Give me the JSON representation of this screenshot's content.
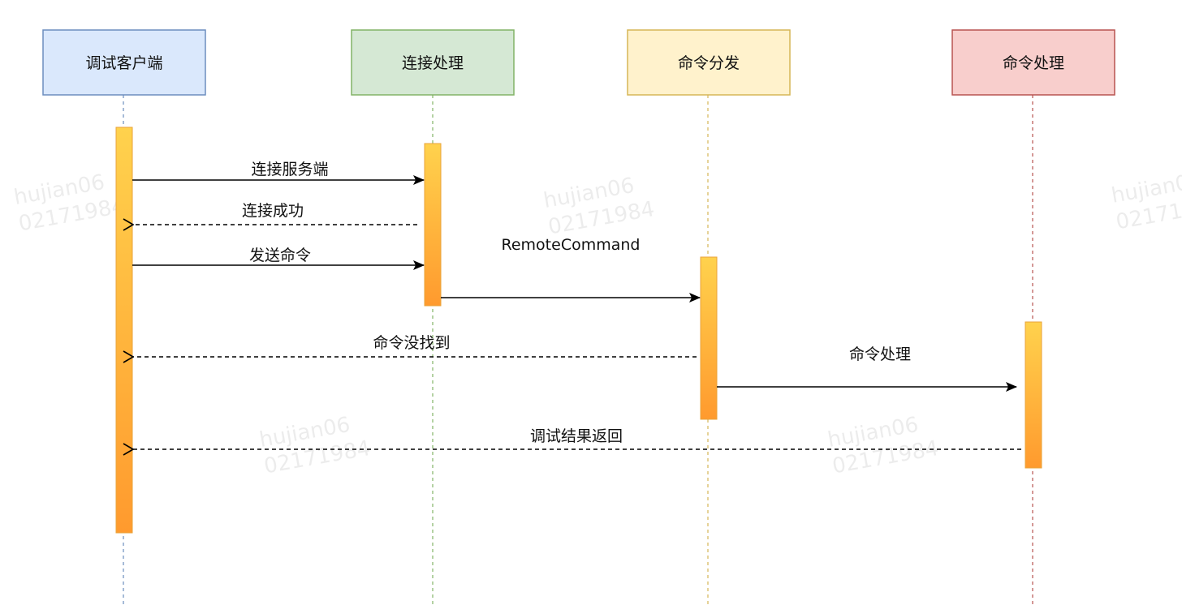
{
  "participants": [
    {
      "label": "调试客户端",
      "fill": "#dae8fc",
      "stroke": "#6c8ebf",
      "lifeline_color": "#6c8ebf"
    },
    {
      "label": "连接处理",
      "fill": "#d5e8d4",
      "stroke": "#82b366",
      "lifeline_color": "#82b366"
    },
    {
      "label": "命令分发",
      "fill": "#fff2cc",
      "stroke": "#d6b656",
      "lifeline_color": "#d6b656"
    },
    {
      "label": "命令处理",
      "fill": "#f8cecc",
      "stroke": "#b85450",
      "lifeline_color": "#b85450"
    }
  ],
  "messages": [
    {
      "label": "连接服务端",
      "from": "调试客户端",
      "to": "连接处理",
      "style": "solid"
    },
    {
      "label": "连接成功",
      "from": "连接处理",
      "to": "调试客户端",
      "style": "dashed"
    },
    {
      "label": "发送命令",
      "from": "调试客户端",
      "to": "连接处理",
      "style": "solid"
    },
    {
      "label": "RemoteCommand",
      "from": "连接处理",
      "to": "命令分发",
      "style": "solid"
    },
    {
      "label": "命令没找到",
      "from": "命令分发",
      "to": "调试客户端",
      "style": "dashed"
    },
    {
      "label": "命令处理",
      "from": "命令分发",
      "to": "命令处理",
      "style": "solid"
    },
    {
      "label": "调试结果返回",
      "from": "命令处理",
      "to": "调试客户端",
      "style": "dashed"
    }
  ],
  "activation_colors": {
    "top": "#ffd24d",
    "bottom": "#ff9a2e",
    "stroke": "#e8a33a"
  },
  "watermark": {
    "line1": "hujian06",
    "line2": "02171984"
  }
}
